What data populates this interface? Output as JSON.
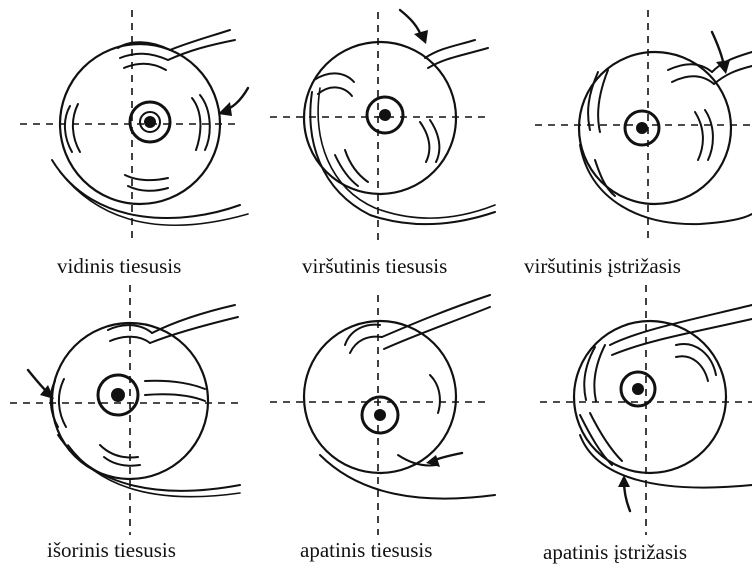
{
  "captions": {
    "p1": "vidinis tiesusis",
    "p2": "viršutinis tiesusis",
    "p3": "viršutinis įstrižasis",
    "p4": "išorinis tiesusis",
    "p5": "apatinis tiesusis",
    "p6": "apatinis įstrižasis"
  },
  "colors": {
    "ink": "#111111",
    "background": "#ffffff"
  },
  "icons": {
    "eyeball": "eyeball-drawing",
    "muscle": "muscle-band",
    "arrow": "motion-arrow"
  }
}
